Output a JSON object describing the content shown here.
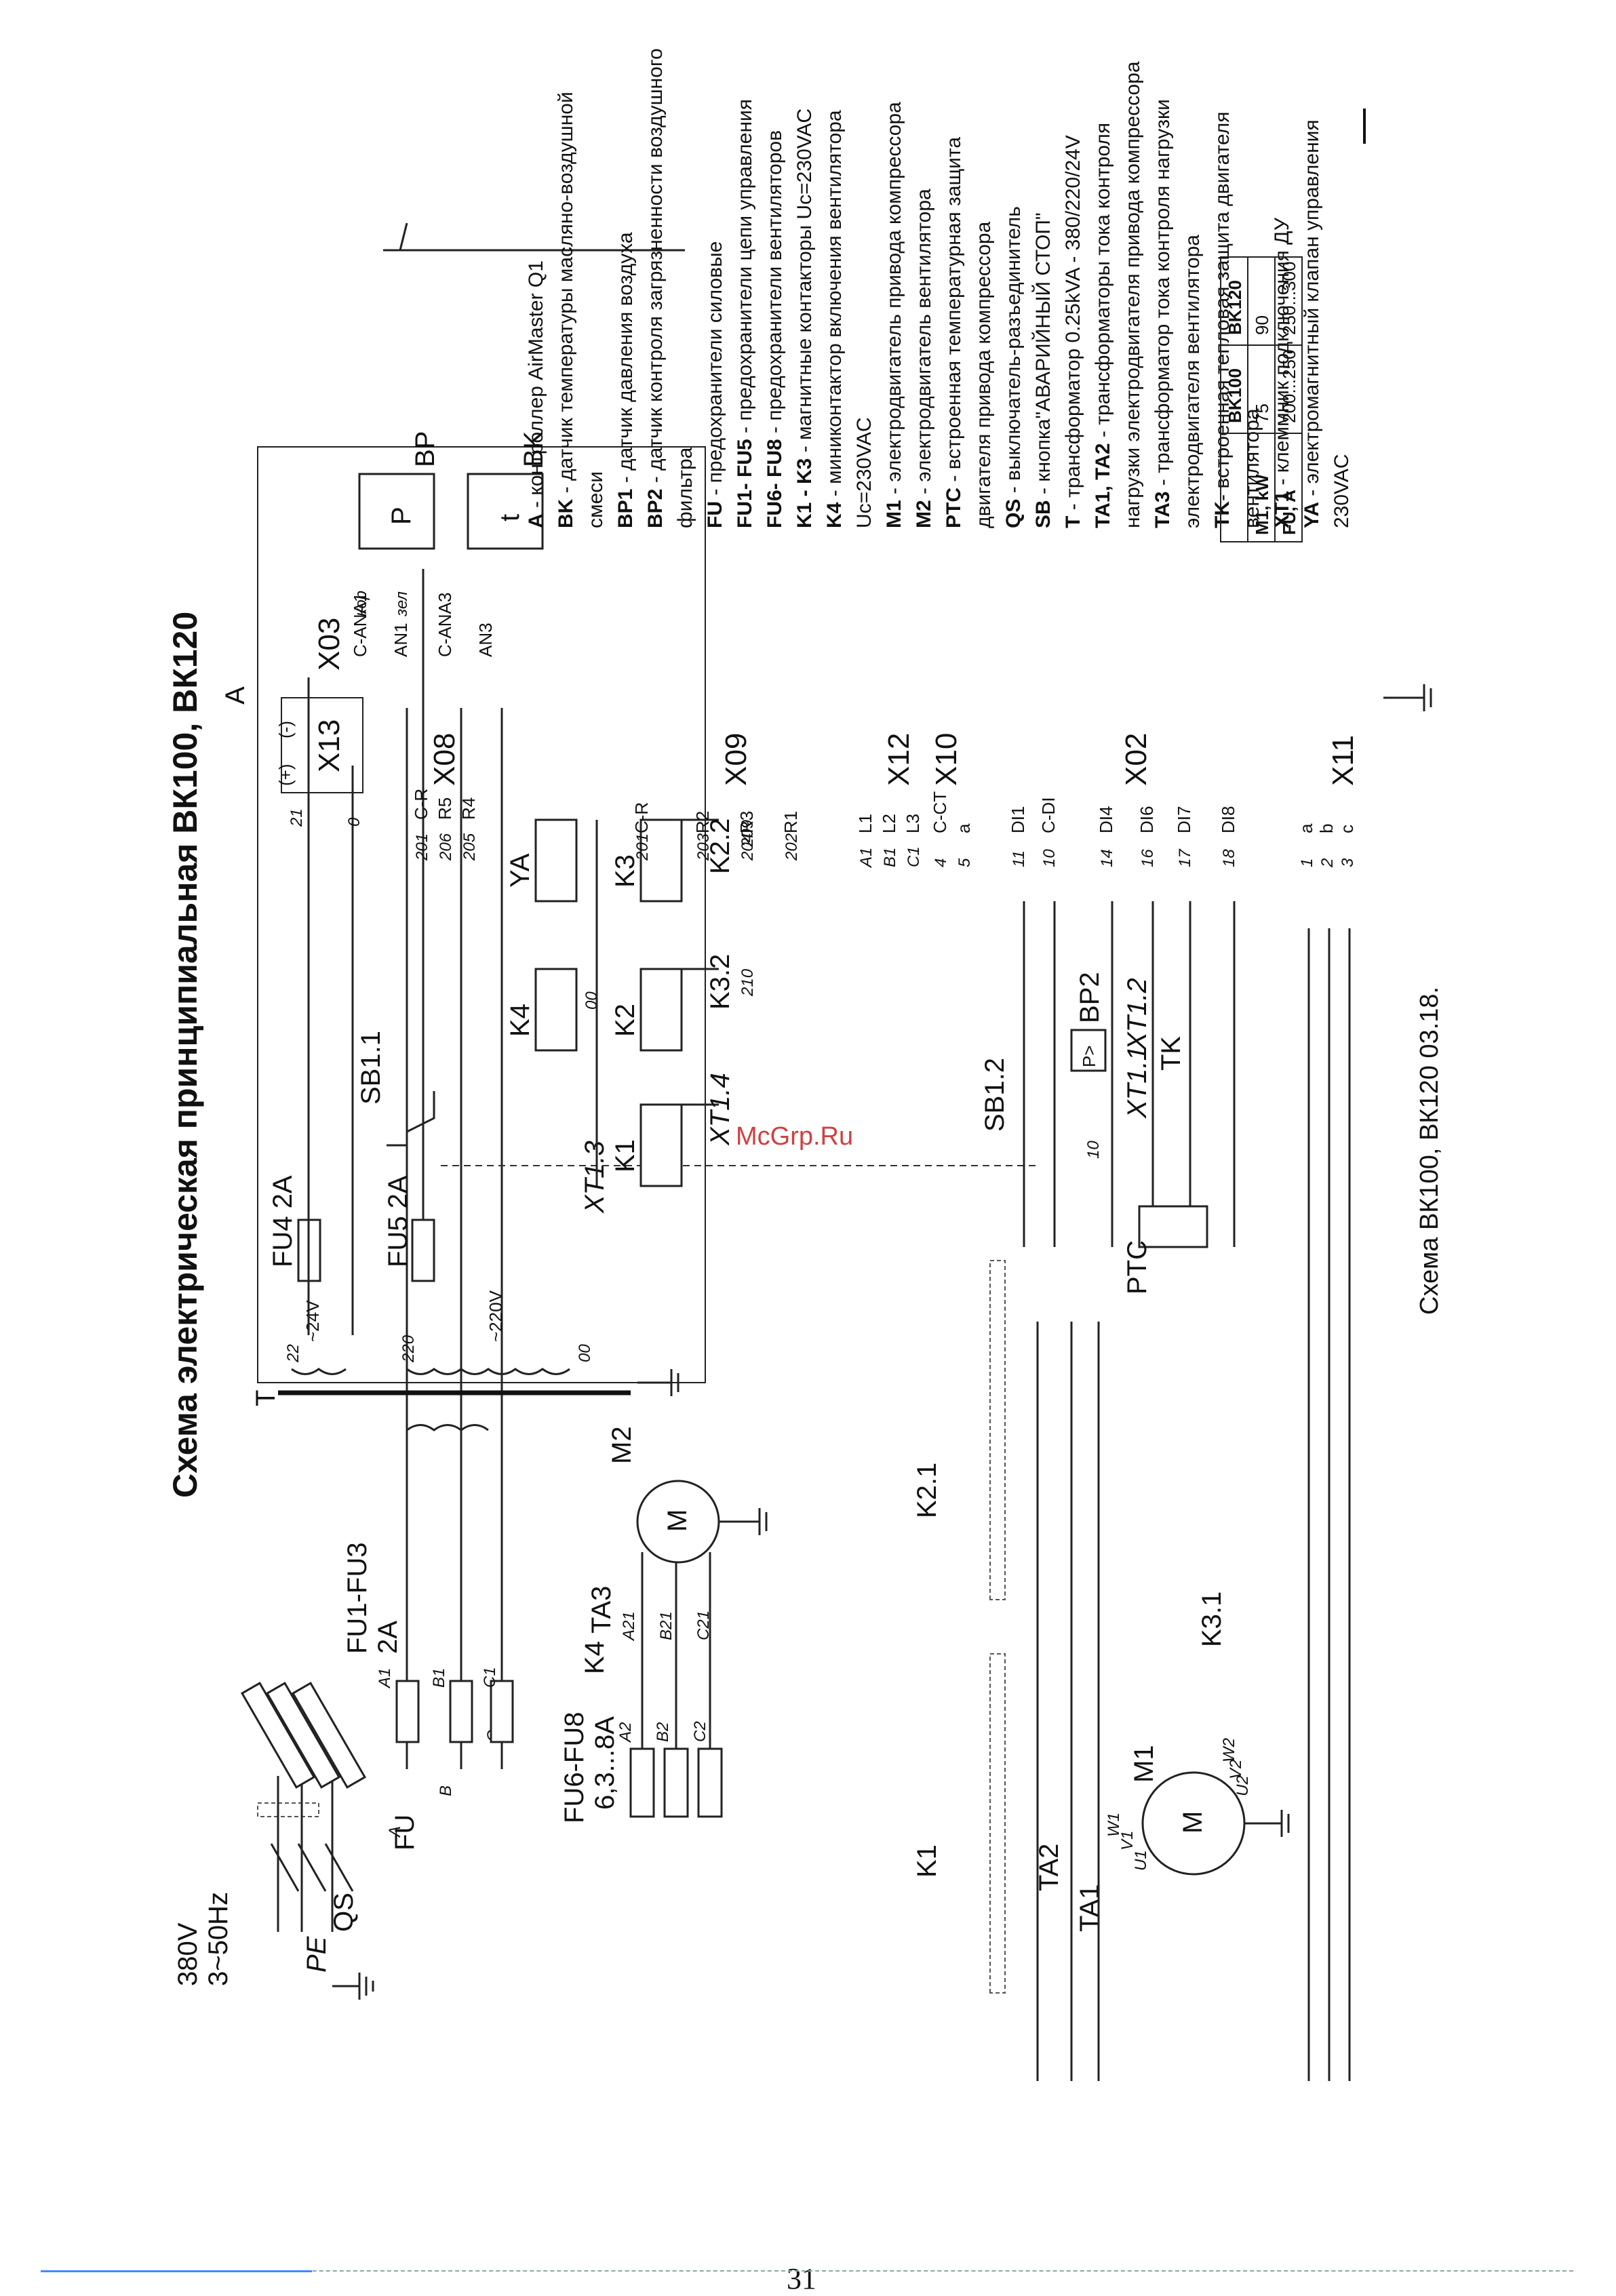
{
  "title": "Схема электрическая принципиальная ВК100, ВК120",
  "caption": "Схема ВК100, ВК120     03.18.",
  "page_number": "31",
  "watermark": "McGrp.Ru",
  "supply": {
    "voltage": "380V",
    "freq": "3~50Hz",
    "pe": "PE"
  },
  "labels": {
    "QS": "QS",
    "FU": "FU",
    "FU1FU3": "FU1-FU3",
    "FU1FU3_r": "2A",
    "FU6FU8": "FU6-FU8",
    "FU6FU8_r": "6,3...8A",
    "K4": "K4",
    "TA3": "TA3",
    "M2": "M2",
    "T": "T",
    "FU4": "FU4 2A",
    "FU5": "FU5 2A",
    "SB11": "SB1.1",
    "SB12": "SB1.2",
    "XT13": "XT1.3",
    "XT14": "XT1.4",
    "XT11": "XT1.1",
    "XT12": "XT1.2",
    "BP2": "BP2",
    "TK": "TK",
    "PTC": "PTC",
    "K1": "K1",
    "K2": "K2",
    "K3": "K3",
    "YA": "YA",
    "K22": "K2.2",
    "K32": "K3.2",
    "K21": "K2.1",
    "K31": "K3.1",
    "TA1": "TA1",
    "TA2": "TA2",
    "M1": "M1",
    "A": "A",
    "BP": "BP",
    "BK": "BK",
    "motor": "M",
    "tsym": "t",
    "psym": "P",
    "pgt": "P>",
    "v24": "~24V",
    "v220": "~220V"
  },
  "wires": {
    "A": "A",
    "B": "B",
    "C": "C",
    "A1": "A1",
    "B1": "B1",
    "C1": "C1",
    "A2": "A2",
    "B2": "B2",
    "C2": "C2",
    "A21": "A21",
    "B21": "B21",
    "C21": "C21",
    "n21": "21",
    "n0": "0",
    "n22": "22",
    "n220": "220",
    "n00": "00",
    "n201": "201",
    "n206": "206",
    "n205": "205",
    "n203": "203",
    "n204": "204",
    "n202": "202",
    "n209": "209",
    "n210": "210",
    "n4": "4",
    "n5": "5",
    "n11": "11",
    "n10": "10",
    "n14": "14",
    "n16": "16",
    "n17": "17",
    "n18": "18",
    "n1": "1",
    "n2": "2",
    "n3": "3",
    "U1": "U1",
    "V1": "V1",
    "W1": "W1",
    "U2": "U2",
    "V2": "V2",
    "W2": "W2",
    "kor": "кор",
    "zel": "зел"
  },
  "terminals": {
    "X13": {
      "name": "X13",
      "pins": [
        "(+)",
        "(-)"
      ]
    },
    "X08": {
      "name": "X08",
      "pins": [
        "C-R",
        "R5",
        "R4"
      ]
    },
    "X09": {
      "name": "X09",
      "pins": [
        "C-R",
        "R2",
        "R3",
        "R1"
      ]
    },
    "X12": {
      "name": "X12",
      "pins": [
        "L1",
        "L2",
        "L3"
      ]
    },
    "X10": {
      "name": "X10",
      "pins": [
        "C-CT",
        "a"
      ]
    },
    "X02": {
      "name": "X02",
      "pins": [
        "DI1",
        "C-DI",
        "DI4",
        "DI6",
        "DI7",
        "DI8"
      ]
    },
    "X11": {
      "name": "X11",
      "pins": [
        "a",
        "b",
        "c"
      ]
    },
    "X03": {
      "name": "X03",
      "pins": [
        "C-ANA1",
        "AN1",
        "C-ANA3",
        "AN3"
      ]
    }
  },
  "legend": [
    [
      "A",
      " - контроллер AirMaster Q1"
    ],
    [
      "BK",
      " - датчик температуры масляно-воздушной"
    ],
    [
      "",
      "смеси"
    ],
    [
      "BP1",
      " - датчик давления воздуха"
    ],
    [
      "BP2",
      " - датчик контроля загрязненности воздушного"
    ],
    [
      "",
      "фильтра"
    ],
    [
      "FU",
      " - предохранители силовые"
    ],
    [
      "FU1- FU5",
      " - предохранители цепи управления"
    ],
    [
      "FU6- FU8",
      " - предохранители вентиляторов"
    ],
    [
      "K1 - K3",
      " - магнитные контакторы Uc=230VAC"
    ],
    [
      "K4",
      " - миниконтактор включения вентилятора"
    ],
    [
      "",
      "Uc=230VAC"
    ],
    [
      "M1",
      " - электродвигатель привода компрессора"
    ],
    [
      "M2",
      " - электродвигатель вентилятора"
    ],
    [
      "PTC",
      " - встроенная температурная защита"
    ],
    [
      "",
      "двигателя привода компрессора"
    ],
    [
      "QS",
      " - выключатель-разъединитель"
    ],
    [
      "SB",
      " - кнопка\"АВАРИЙНЫЙ СТОП\""
    ],
    [
      "T",
      " - трансформатор  0.25kVA - 380/220/24V"
    ],
    [
      "TA1, TA2",
      " - трансформаторы тока контроля"
    ],
    [
      "",
      "нагрузки электродвигателя привода компрессора"
    ],
    [
      "TA3",
      " - трансформатор тока контроля нагрузки"
    ],
    [
      "",
      "электродвигателя вентилятора"
    ],
    [
      "TK",
      "- встроенная тепловая защита двигателя"
    ],
    [
      "",
      "вентилятора"
    ],
    [
      "XT1",
      " - клеммник подключения ДУ"
    ],
    [
      "YA",
      " - электромагнитный  клапан  управления"
    ],
    [
      "",
      "230VAC"
    ]
  ],
  "table": {
    "header": [
      "",
      "BK100",
      "BK120"
    ],
    "rows": [
      [
        "M1, kW",
        "75",
        "90"
      ],
      [
        "FU, A",
        "200...250",
        "250...300"
      ]
    ]
  }
}
